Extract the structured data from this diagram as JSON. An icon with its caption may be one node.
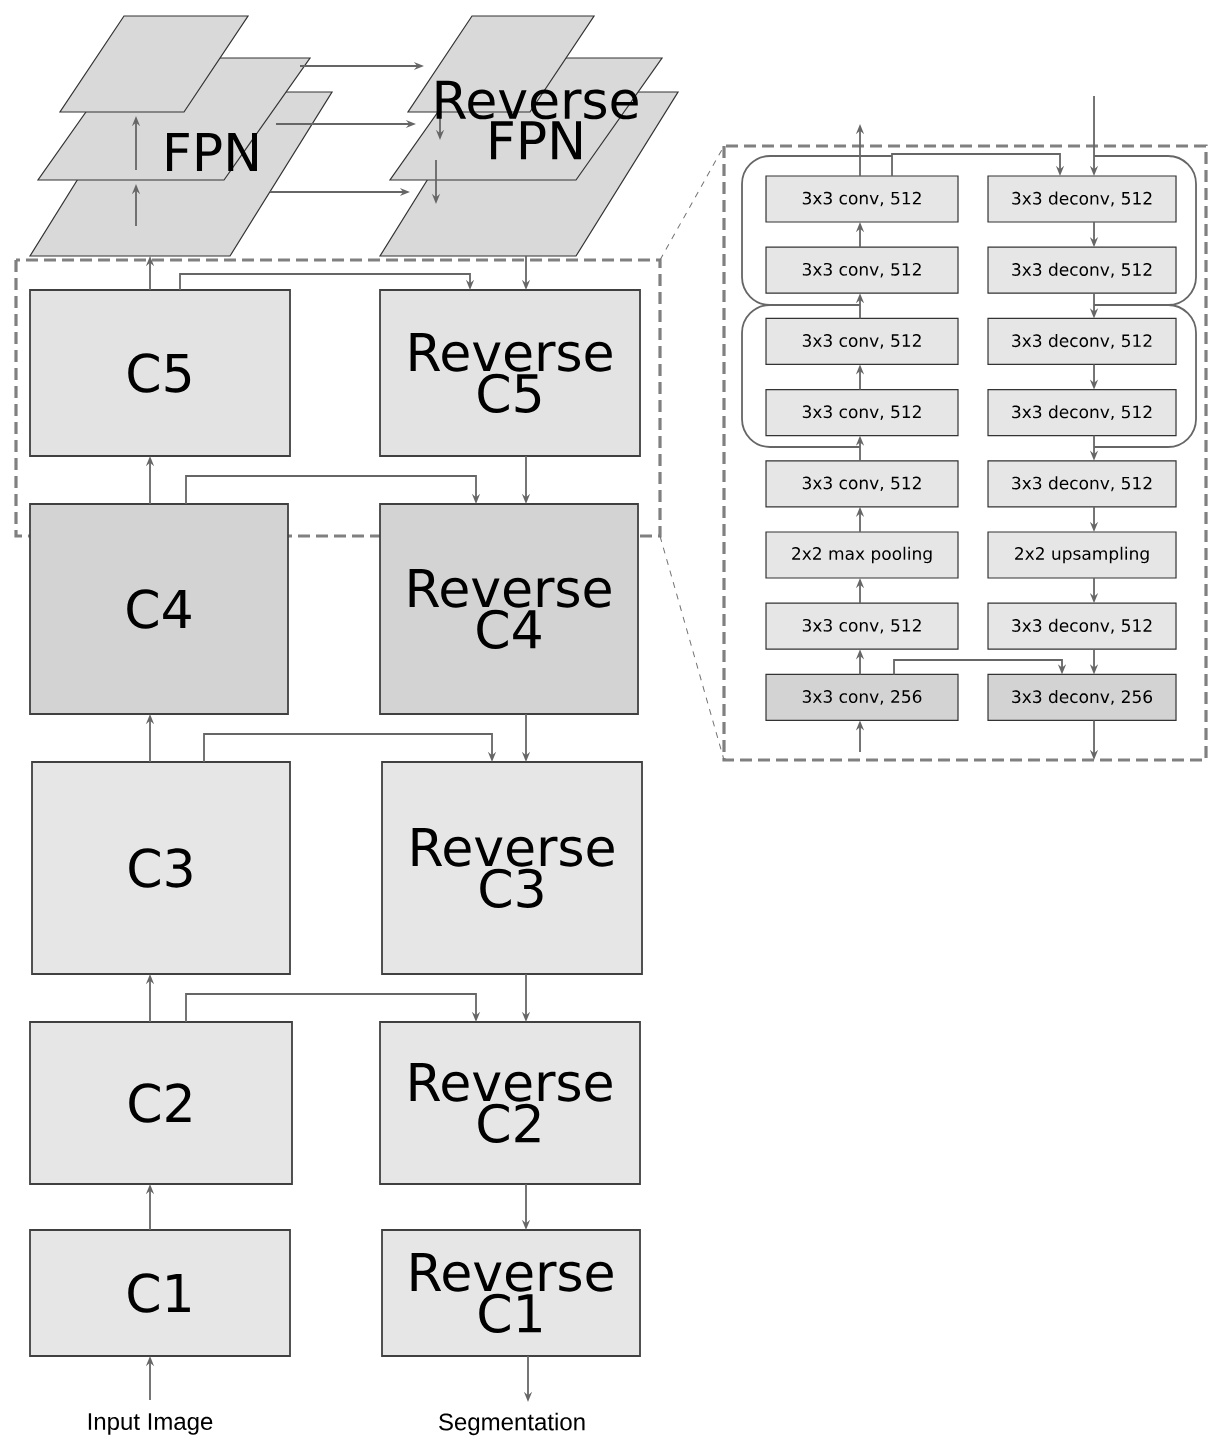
{
  "diagram": {
    "nodes": [
      {
        "text": [
          "FPN"
        ]
      },
      {
        "text": [
          "Reverse FPN"
        ]
      },
      {
        "text": [
          "C5"
        ]
      },
      {
        "text": [
          "Reverse C5"
        ]
      },
      {
        "text": [
          "C4"
        ]
      },
      {
        "text": [
          "Reverse C4"
        ]
      },
      {
        "text": [
          "C3"
        ]
      },
      {
        "text": [
          "Reverse C3"
        ]
      },
      {
        "text": [
          "C2"
        ]
      },
      {
        "text": [
          "Reverse C2"
        ]
      },
      {
        "text": [
          "C1"
        ]
      },
      {
        "text": [
          "Reverse C1"
        ]
      },
      {
        "text": [
          "Input Image"
        ]
      },
      {
        "text": [
          "Segmentation"
        ]
      },
      {
        "text": [
          "3x3 conv, 512"
        ]
      },
      {
        "text": [
          "3x3 deconv, 512"
        ]
      },
      {
        "text": [
          "3x3 conv, 512"
        ]
      },
      {
        "text": [
          "3x3 deconv, 512"
        ]
      },
      {
        "text": [
          "3x3 conv, 512"
        ]
      },
      {
        "text": [
          "3x3 deconv, 512"
        ]
      },
      {
        "text": [
          "3x3 conv, 512"
        ]
      },
      {
        "text": [
          "3x3 deconv, 512"
        ]
      },
      {
        "text": [
          "3x3 conv, 512"
        ]
      },
      {
        "text": [
          "3x3 deconv, 512"
        ]
      },
      {
        "text": [
          "2x2 max pooling"
        ]
      },
      {
        "text": [
          "2x2 upsampling"
        ]
      },
      {
        "text": [
          "3x3 conv, 512"
        ]
      },
      {
        "text": [
          "3x3 deconv, 512"
        ]
      },
      {
        "text": [
          "3x3 conv, 256"
        ]
      },
      {
        "text": [
          "3x3 deconv, 256"
        ]
      }
    ],
    "edges": [
      {
        "from": 0,
        "to": 1,
        "arrow": "to"
      },
      {
        "from": 0,
        "to": 1,
        "arrow": "to"
      },
      {
        "from": 0,
        "to": 1,
        "arrow": "to"
      },
      {
        "from": 2,
        "to": 0,
        "arrow": "to"
      },
      {
        "from": 1,
        "to": 3,
        "arrow": "to"
      },
      {
        "from": 2,
        "to": 3,
        "arrow": "to"
      },
      {
        "from": 4,
        "to": 2,
        "arrow": "to"
      },
      {
        "from": 3,
        "to": 5,
        "arrow": "to"
      },
      {
        "from": 4,
        "to": 5,
        "arrow": "to"
      },
      {
        "from": 6,
        "to": 4,
        "arrow": "to"
      },
      {
        "from": 5,
        "to": 7,
        "arrow": "to"
      },
      {
        "from": 6,
        "to": 7,
        "arrow": "to"
      },
      {
        "from": 8,
        "to": 6,
        "arrow": "to"
      },
      {
        "from": 7,
        "to": 9,
        "arrow": "to"
      },
      {
        "from": 8,
        "to": 9,
        "arrow": "to"
      },
      {
        "from": 10,
        "to": 8,
        "arrow": "to"
      },
      {
        "from": 9,
        "to": 11,
        "arrow": "to"
      },
      {
        "from": 12,
        "to": 10,
        "arrow": "to"
      },
      {
        "from": 11,
        "to": 13,
        "arrow": "to"
      },
      {
        "from": 16,
        "to": 14,
        "arrow": "to"
      },
      {
        "from": 18,
        "to": 16,
        "arrow": "to"
      },
      {
        "from": 20,
        "to": 18,
        "arrow": "to"
      },
      {
        "from": 22,
        "to": 20,
        "arrow": "to"
      },
      {
        "from": 24,
        "to": 22,
        "arrow": "to"
      },
      {
        "from": 26,
        "to": 24,
        "arrow": "to"
      },
      {
        "from": 28,
        "to": 26,
        "arrow": "to"
      },
      {
        "from": 14,
        "to": null,
        "arrow": "to"
      },
      {
        "from": null,
        "to": 28,
        "arrow": "to"
      },
      {
        "from": 15,
        "to": 17,
        "arrow": "to"
      },
      {
        "from": 17,
        "to": 19,
        "arrow": "to"
      },
      {
        "from": 19,
        "to": 21,
        "arrow": "to"
      },
      {
        "from": 21,
        "to": 23,
        "arrow": "to"
      },
      {
        "from": 23,
        "to": 25,
        "arrow": "to"
      },
      {
        "from": 25,
        "to": 27,
        "arrow": "to"
      },
      {
        "from": 27,
        "to": 29,
        "arrow": "to"
      },
      {
        "from": null,
        "to": 15,
        "arrow": "to"
      },
      {
        "from": 29,
        "to": null,
        "arrow": "to"
      },
      {
        "from": 14,
        "to": 15,
        "arrow": "to"
      },
      {
        "from": 28,
        "to": 29,
        "arrow": "to"
      },
      {
        "from": 18,
        "to": 14,
        "arrow": "none"
      },
      {
        "from": 20,
        "to": 18,
        "arrow": "none"
      },
      {
        "from": 15,
        "to": 19,
        "arrow": "none"
      },
      {
        "from": 19,
        "to": 23,
        "arrow": "none"
      }
    ]
  }
}
